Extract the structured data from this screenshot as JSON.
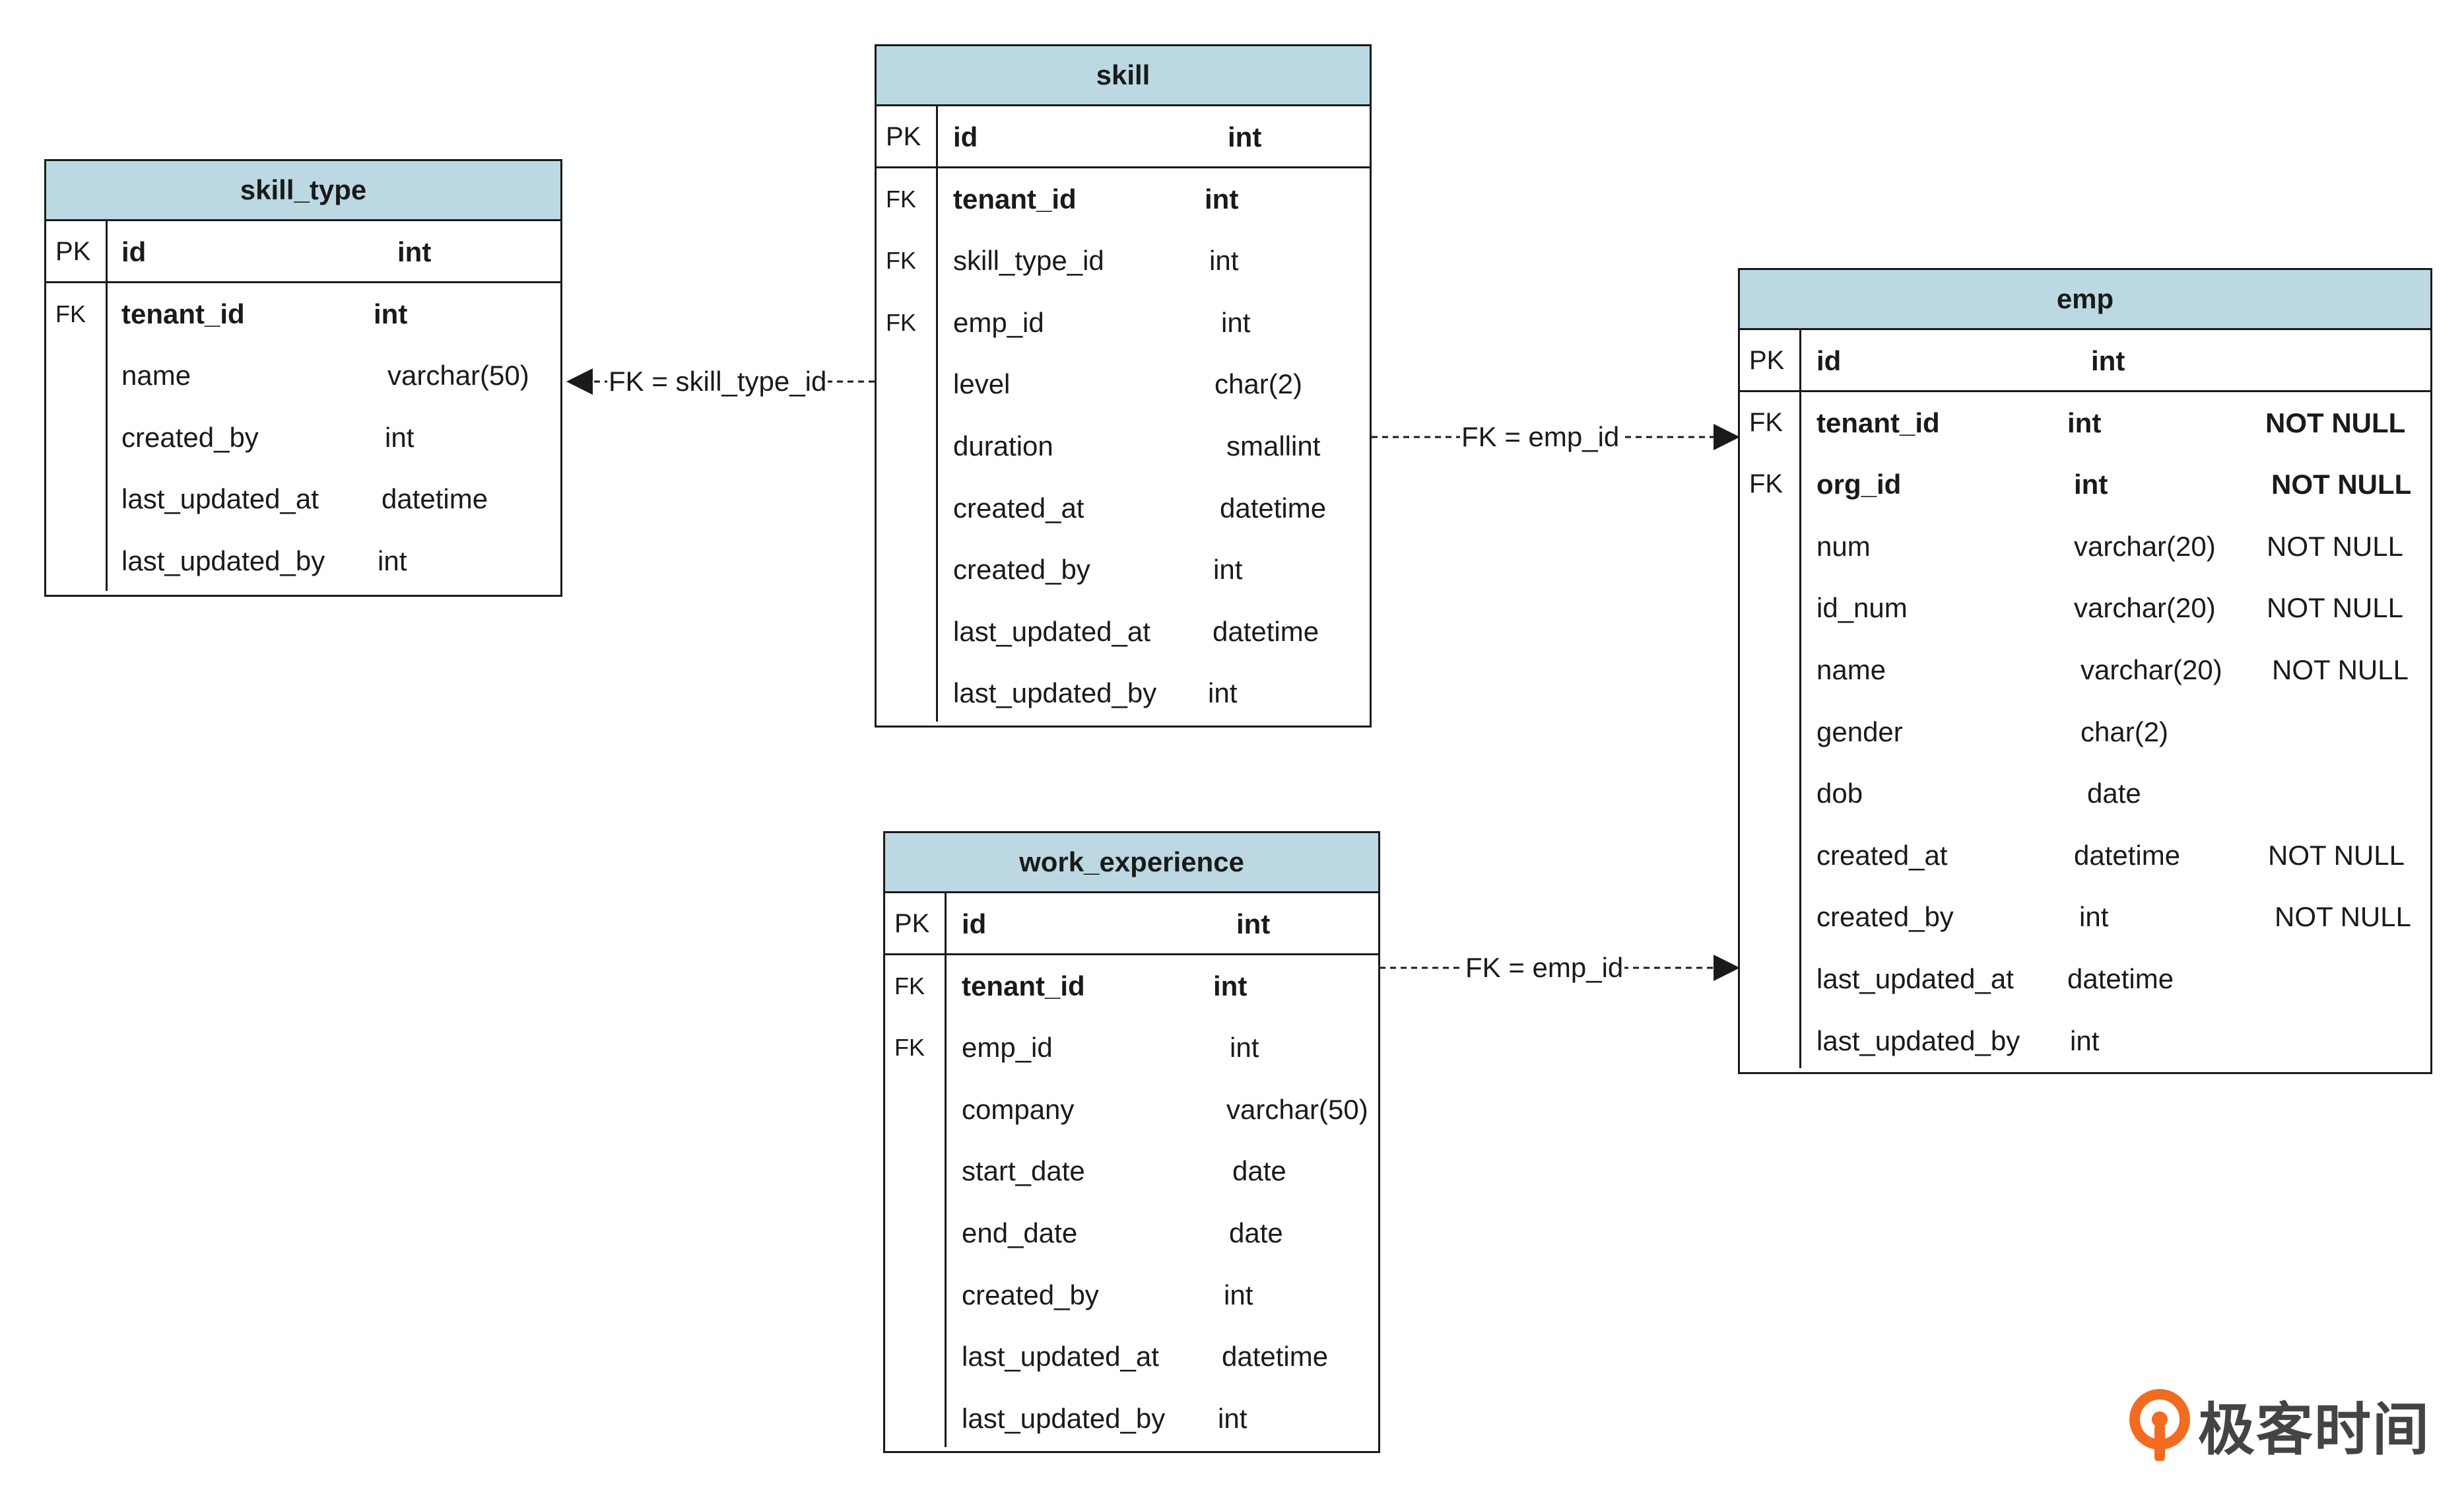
{
  "entities": {
    "skill_type": {
      "name": "skill_type",
      "rows": [
        {
          "key": "PK",
          "name": "id",
          "type": "int",
          "constraint": ""
        },
        {
          "key": "FK",
          "name": "tenant_id",
          "type": "int",
          "constraint": ""
        },
        {
          "key": "",
          "name": "name",
          "type": "varchar(50)",
          "constraint": ""
        },
        {
          "key": "",
          "name": "created_by",
          "type": "int",
          "constraint": ""
        },
        {
          "key": "",
          "name": "last_updated_at",
          "type": "datetime",
          "constraint": ""
        },
        {
          "key": "",
          "name": "last_updated_by",
          "type": "int",
          "constraint": ""
        }
      ]
    },
    "skill": {
      "name": "skill",
      "rows": [
        {
          "key": "PK",
          "name": "id",
          "type": "int",
          "constraint": ""
        },
        {
          "key": "FK",
          "name": "tenant_id",
          "type": "int",
          "constraint": ""
        },
        {
          "key": "FK",
          "name": "skill_type_id",
          "type": "int",
          "constraint": ""
        },
        {
          "key": "FK",
          "name": "emp_id",
          "type": "int",
          "constraint": ""
        },
        {
          "key": "",
          "name": "level",
          "type": "char(2)",
          "constraint": ""
        },
        {
          "key": "",
          "name": "duration",
          "type": "smallint",
          "constraint": ""
        },
        {
          "key": "",
          "name": "created_at",
          "type": "datetime",
          "constraint": ""
        },
        {
          "key": "",
          "name": "created_by",
          "type": "int",
          "constraint": ""
        },
        {
          "key": "",
          "name": "last_updated_at",
          "type": "datetime",
          "constraint": ""
        },
        {
          "key": "",
          "name": "last_updated_by",
          "type": "int",
          "constraint": ""
        }
      ]
    },
    "work_experience": {
      "name": "work_experience",
      "rows": [
        {
          "key": "PK",
          "name": "id",
          "type": "int",
          "constraint": ""
        },
        {
          "key": "FK",
          "name": "tenant_id",
          "type": "int",
          "constraint": ""
        },
        {
          "key": "FK",
          "name": "emp_id",
          "type": "int",
          "constraint": ""
        },
        {
          "key": "",
          "name": "company",
          "type": "varchar(50)",
          "constraint": ""
        },
        {
          "key": "",
          "name": "start_date",
          "type": "date",
          "constraint": ""
        },
        {
          "key": "",
          "name": "end_date",
          "type": "date",
          "constraint": ""
        },
        {
          "key": "",
          "name": "created_by",
          "type": "int",
          "constraint": ""
        },
        {
          "key": "",
          "name": "last_updated_at",
          "type": "datetime",
          "constraint": ""
        },
        {
          "key": "",
          "name": "last_updated_by",
          "type": "int",
          "constraint": ""
        }
      ]
    },
    "emp": {
      "name": "emp",
      "rows": [
        {
          "key": "PK",
          "name": "id",
          "type": "int",
          "constraint": ""
        },
        {
          "key": "FK",
          "name": "tenant_id",
          "type": "int",
          "constraint": "NOT NULL"
        },
        {
          "key": "FK",
          "name": "org_id",
          "type": "int",
          "constraint": "NOT NULL"
        },
        {
          "key": "",
          "name": "num",
          "type": "varchar(20)",
          "constraint": "NOT NULL"
        },
        {
          "key": "",
          "name": "id_num",
          "type": "varchar(20)",
          "constraint": "NOT NULL"
        },
        {
          "key": "",
          "name": "name",
          "type": "varchar(20)",
          "constraint": "NOT NULL"
        },
        {
          "key": "",
          "name": "gender",
          "type": "char(2)",
          "constraint": ""
        },
        {
          "key": "",
          "name": "dob",
          "type": "date",
          "constraint": ""
        },
        {
          "key": "",
          "name": "created_at",
          "type": "datetime",
          "constraint": "NOT NULL"
        },
        {
          "key": "",
          "name": "created_by",
          "type": "int",
          "constraint": "NOT NULL"
        },
        {
          "key": "",
          "name": "last_updated_at",
          "type": "datetime",
          "constraint": ""
        },
        {
          "key": "",
          "name": "last_updated_by",
          "type": "int",
          "constraint": ""
        }
      ]
    }
  },
  "relationships": [
    {
      "id": "skill-skill_type",
      "label": "FK = skill_type_id"
    },
    {
      "id": "skill-emp",
      "label": "FK = emp_id"
    },
    {
      "id": "work_experience-emp",
      "label": "FK = emp_id"
    }
  ],
  "logo": {
    "text": "极客时间",
    "icon": "geektime-logo-icon",
    "color": "#f26b21"
  },
  "colors": {
    "header_fill": "#bcd9e3",
    "line": "#1a1a1a"
  }
}
